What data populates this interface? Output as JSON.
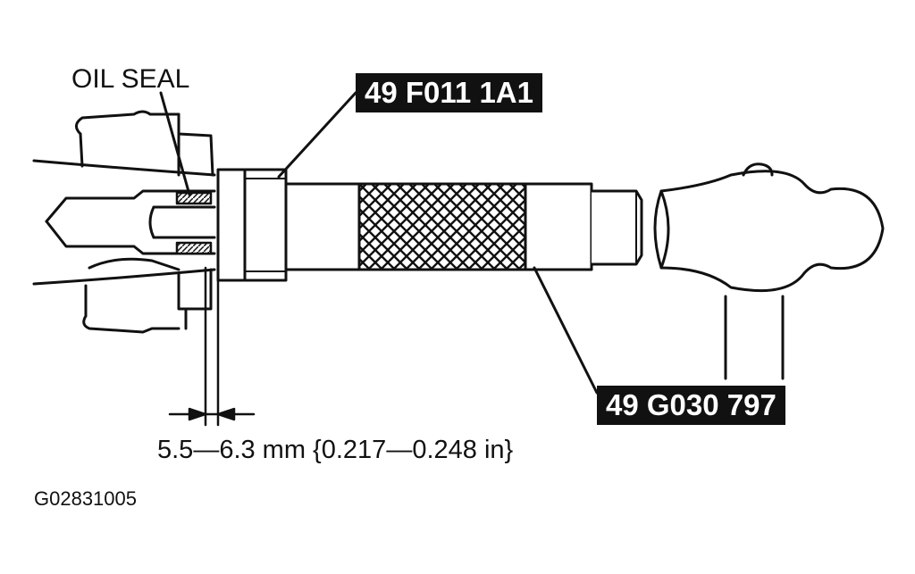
{
  "labels": {
    "oil_seal": "OIL SEAL",
    "tool_installer": "49 F011 1A1",
    "tool_handle": "49 G030 797",
    "dimension": "5.5—6.3 mm {0.217—0.248 in}",
    "figure_code": "G02831005"
  },
  "colors": {
    "line": "#111111",
    "tag_bg": "#111111",
    "tag_text": "#ffffff",
    "background": "#ffffff"
  }
}
